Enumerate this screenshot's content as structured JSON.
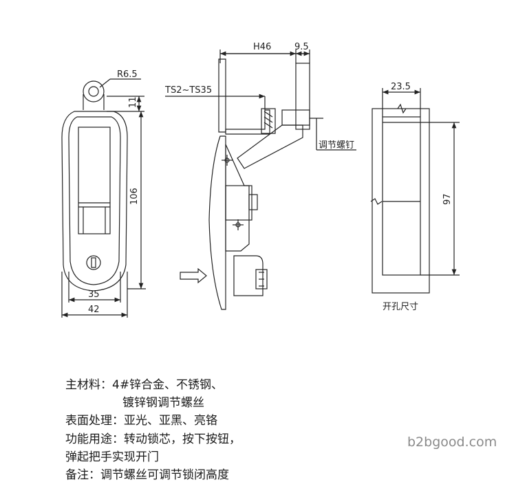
{
  "front_view": {
    "radius_label": "R6.5",
    "top_offset_label": "11",
    "height_label": "106",
    "inner_width_label": "35",
    "outer_width_label": "42"
  },
  "side_view": {
    "depth_label": "H46",
    "pin_label": "9.5",
    "panel_range_label": "TS2~TS35",
    "screw_label": "调节螺钉"
  },
  "cutout": {
    "width_label": "23.5",
    "height_label": "97",
    "caption": "开孔尺寸"
  },
  "specs": {
    "material_1": "主材料：4#锌合金、不锈钢、",
    "material_2": "镀锌钢调节螺丝",
    "surface": "表面处理：亚光、亚黑、亮铬",
    "function_1": "功能用途：转动锁芯，按下按钮，",
    "function_2": "弹起把手实现开门",
    "note": "备注：调节螺丝可调节锁闭高度"
  },
  "watermark": "b2bgood.com"
}
